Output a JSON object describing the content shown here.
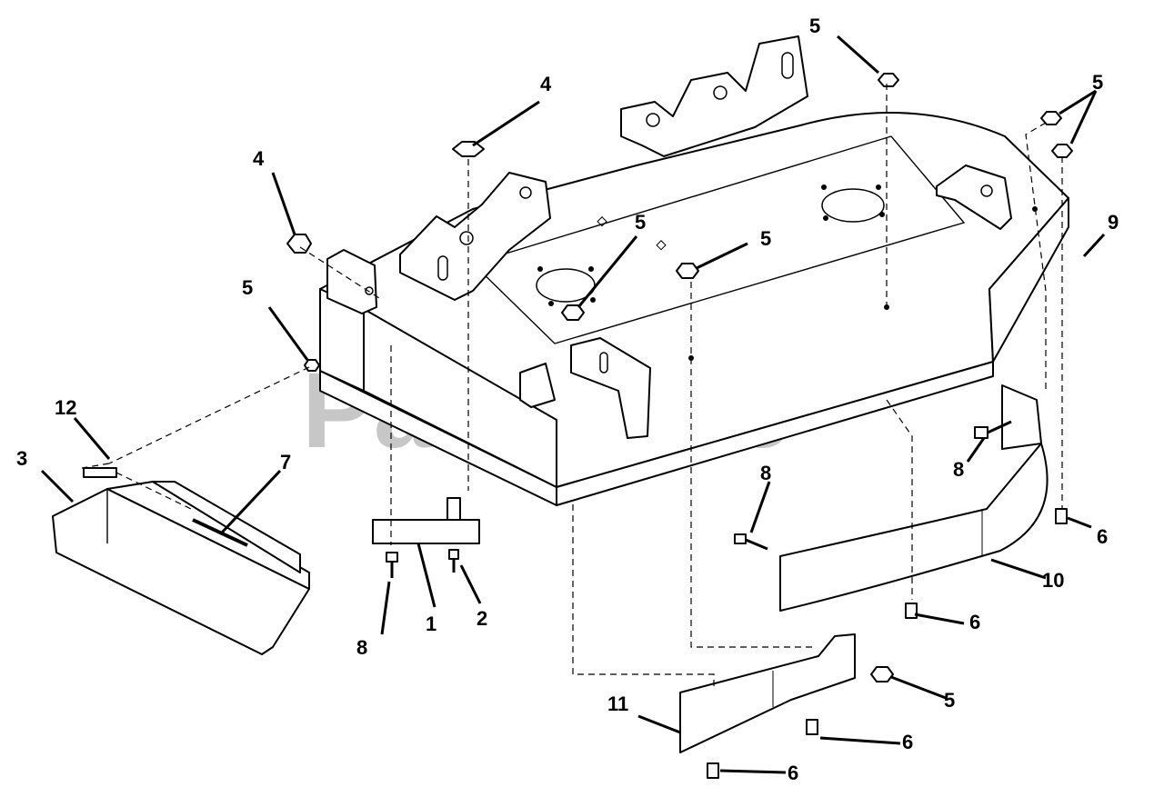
{
  "watermark": {
    "text": "PartsTree",
    "trademark": "TM"
  },
  "callouts": [
    {
      "id": "c-5a",
      "label": "5"
    },
    {
      "id": "c-4a",
      "label": "4"
    },
    {
      "id": "c-5b",
      "label": "5"
    },
    {
      "id": "c-4b",
      "label": "4"
    },
    {
      "id": "c-5c",
      "label": "5"
    },
    {
      "id": "c-5d",
      "label": "5"
    },
    {
      "id": "c-5e",
      "label": "5"
    },
    {
      "id": "c-9",
      "label": "9"
    },
    {
      "id": "c-12",
      "label": "12"
    },
    {
      "id": "c-3",
      "label": "3"
    },
    {
      "id": "c-7",
      "label": "7"
    },
    {
      "id": "c-8a",
      "label": "8"
    },
    {
      "id": "c-1",
      "label": "1"
    },
    {
      "id": "c-2",
      "label": "2"
    },
    {
      "id": "c-8b",
      "label": "8"
    },
    {
      "id": "c-8c",
      "label": "8"
    },
    {
      "id": "c-6a",
      "label": "6"
    },
    {
      "id": "c-10",
      "label": "10"
    },
    {
      "id": "c-6b",
      "label": "6"
    },
    {
      "id": "c-5f",
      "label": "5"
    },
    {
      "id": "c-11",
      "label": "11"
    },
    {
      "id": "c-6c",
      "label": "6"
    },
    {
      "id": "c-6d",
      "label": "6"
    }
  ]
}
